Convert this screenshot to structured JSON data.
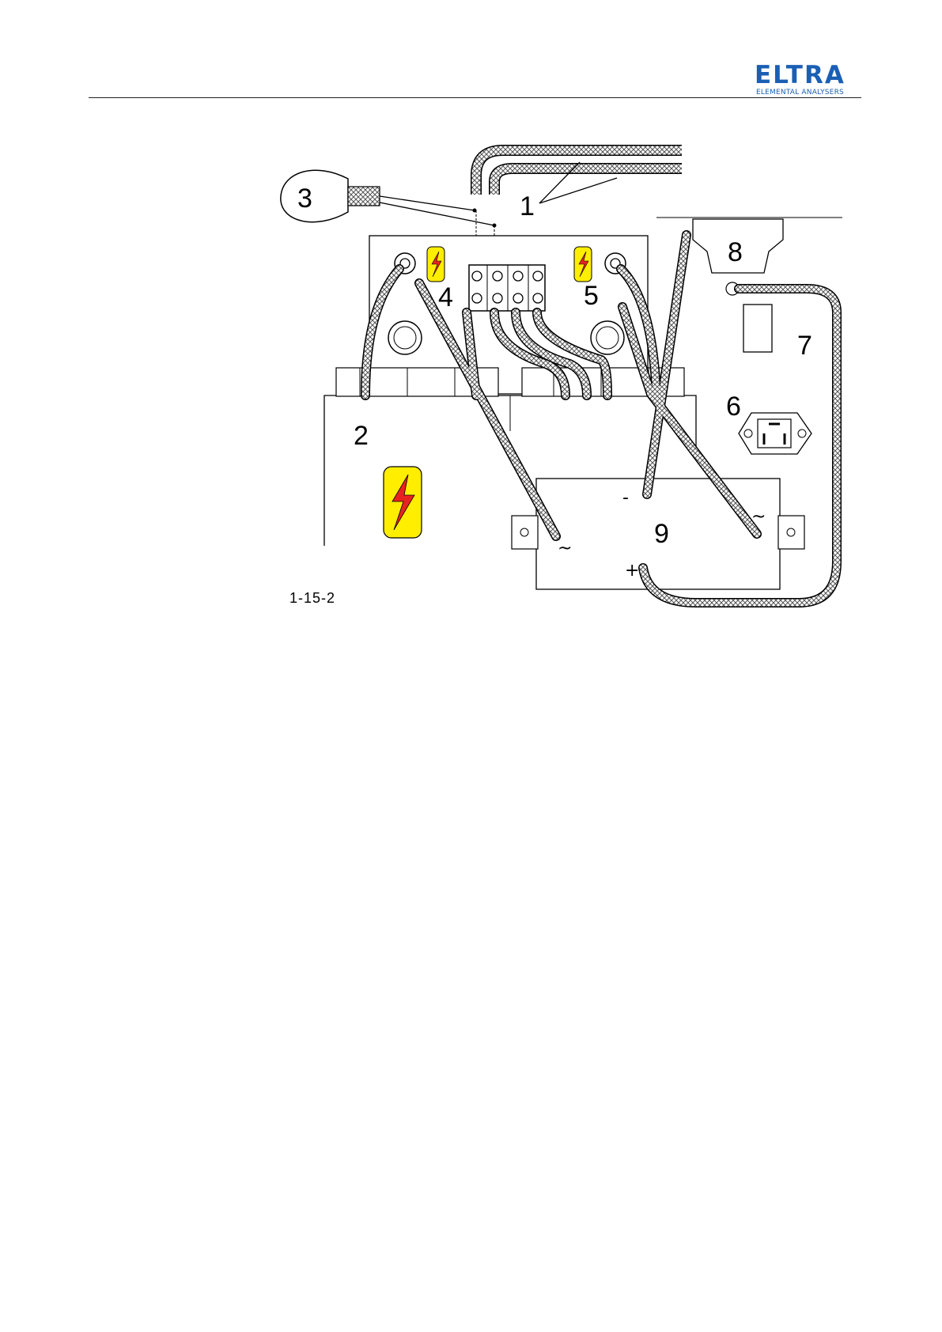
{
  "logo": {
    "name": "ELTRA",
    "tagline": "ELEMENTAL ANALYSERS"
  },
  "diagram": {
    "labels": {
      "l1": "1",
      "l2": "2",
      "l3": "3",
      "l4": "4",
      "l5": "5",
      "l6": "6",
      "l7": "7",
      "l8": "8",
      "l9": "9"
    },
    "symbols": {
      "minus": "-",
      "plus": "+",
      "ac_left": "~",
      "ac_right": "~"
    },
    "figure_id": "1-15-2"
  },
  "colors": {
    "brand": "#1a5fb4",
    "warning_fill": "#ffee00",
    "warning_bolt": "#e8231e"
  }
}
